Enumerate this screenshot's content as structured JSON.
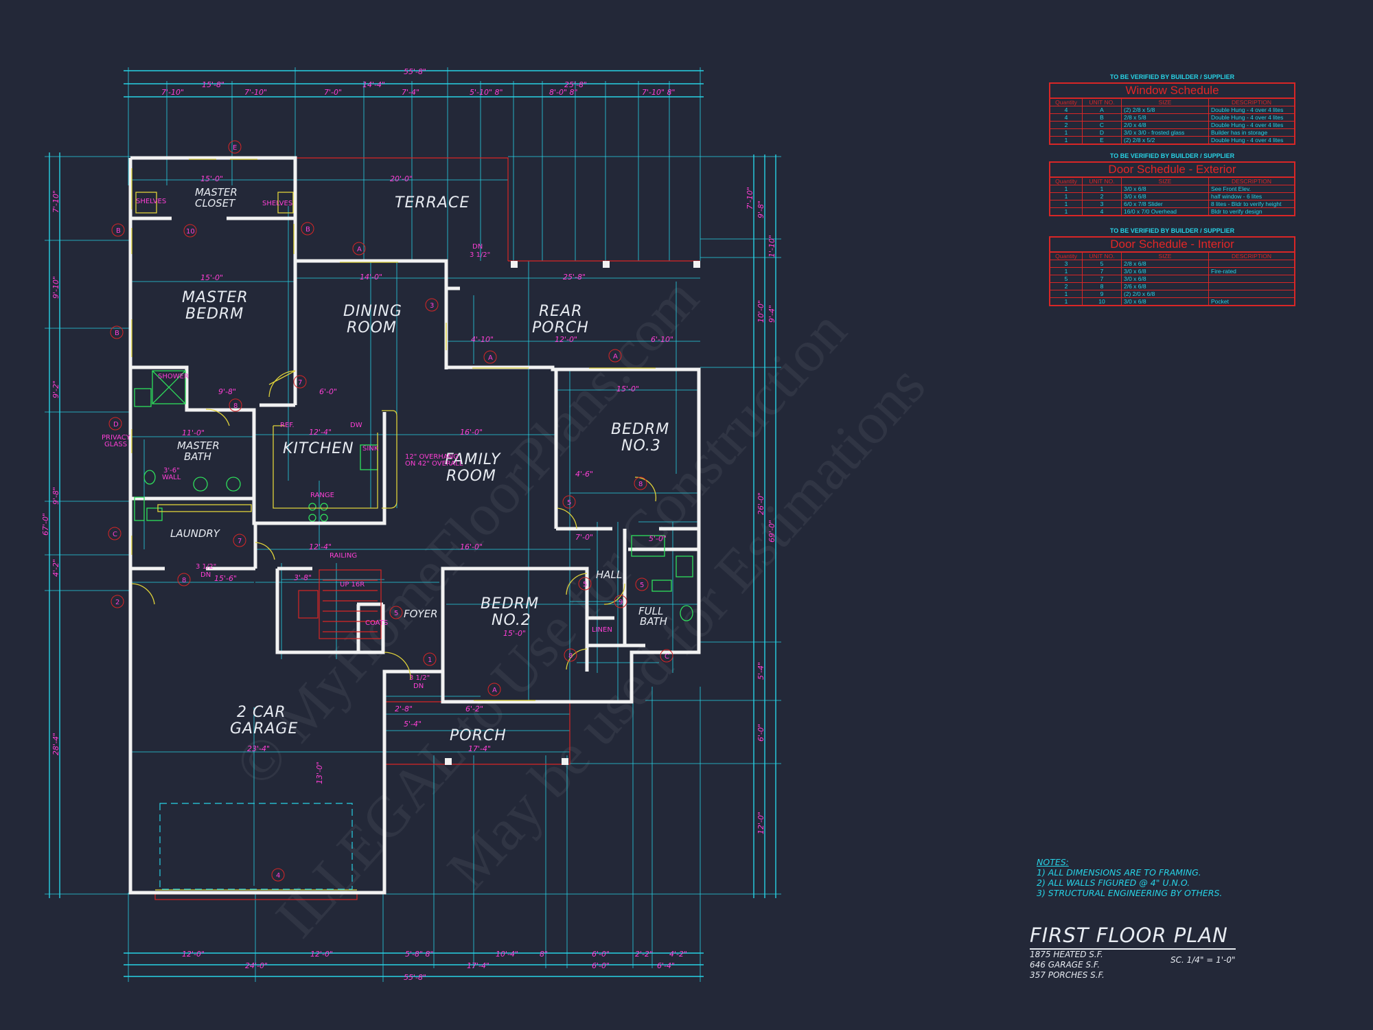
{
  "colors": {
    "background": "#232838",
    "walls": "#f2f2f2",
    "dimensions": "#27d3e6",
    "dim_text": "#ff3fd6",
    "schedule": "#d92626"
  },
  "rooms": {
    "master_closet": "MASTER\nCLOSET",
    "terrace": "TERRACE",
    "master_bedrm": "MASTER\nBEDRM",
    "dining_room": "DINING\nROOM",
    "rear_porch": "REAR\nPORCH",
    "kitchen": "KITCHEN",
    "family_room": "FAMILY\nROOM",
    "bedrm3": "BEDRM\nNO.3",
    "master_bath": "MASTER\nBATH",
    "laundry": "LAUNDRY",
    "hall": "HALL",
    "foyer": "FOYER",
    "bedrm2": "BEDRM\nNO.2",
    "full_bath": "FULL\nBATH",
    "garage": "2 CAR\nGARAGE",
    "porch": "PORCH"
  },
  "dimensions": {
    "top_overall": "55'-8\"",
    "top_row1": [
      "15'-8\"",
      "14'-4\"",
      "25'-8\""
    ],
    "top_row2": [
      "7'-10\"",
      "7'-10\"",
      "7'-0\"",
      "7'-4\"",
      "5'-10\" 8\"",
      "8'-0\" 8\"",
      "7'-10\" 8\""
    ],
    "bottom_row1": [
      "12'-0\"",
      "12'-0\"",
      "5'-8\" 8\"",
      "10'-4\"",
      "8\"",
      "6'-0\"",
      "2'-2\"",
      "4'-2\""
    ],
    "bottom_row2": [
      "24'-0\"",
      "17'-4\"",
      "6'-0\"",
      "6'-4\""
    ],
    "bottom_overall": "55'-8\"",
    "left": [
      "7'-10\"",
      "9'-10\"",
      "9'-2\"",
      "9'-8\"",
      "4'-2\"",
      "28'-4\""
    ],
    "left_overall": "67'-0\"",
    "right": [
      "7'-10\"",
      "9'-8\"",
      "1'-10\"",
      "10'-0\"",
      "9'-4\"",
      "5'-4\"",
      "6'-0\"",
      "12'-0\""
    ],
    "right_overall": "69'-0\"",
    "right_mid": "26'-0\"",
    "interior": [
      "15'-0\"",
      "20'-0\"",
      "15'-0\"",
      "14'-0\"",
      "25'-8\"",
      "12'-0\"",
      "4'-10\"",
      "6'-10\"",
      "15'-0\"",
      "12'-4\"",
      "16'-0\"",
      "11'-0\"",
      "12'-4\"",
      "16'-0\"",
      "15'-0\"",
      "17'-4\"",
      "23'-4\"",
      "13'-0\"",
      "5'-4\"",
      "3'-8\"",
      "6'-2\"",
      "7'-0\"",
      "9'-8\"",
      "6'-0\"",
      "4'-6\"",
      "5'-0\"",
      "2'-8\"",
      "15'-6\""
    ]
  },
  "annotations": {
    "shelves_l": "SHELVES",
    "shelves_r": "SHELVES",
    "shower": "SHOWER",
    "ref": "REF.",
    "dw": "DW",
    "sink": "SINK",
    "range": "RANGE",
    "overhang": "12\" OVERHANG\nON 42\" OVERALL",
    "dn_terrace": "DN\n3 1/2\"",
    "dn_garage": "3 1/2\"\nDN",
    "dn_foyer": "3 1/2\"\nDN",
    "up": "UP 16R",
    "railing": "RAILING",
    "coats": "COATS",
    "linen": "LINEN",
    "privacy": "PRIVACY\nGLASS",
    "wall_seat": "3'-6\"\nWALL"
  },
  "window_schedule": {
    "verify": "TO BE VERIFIED BY BUILDER / SUPPLIER",
    "title": "Window Schedule",
    "headers": [
      "Quantity",
      "UNIT NO.",
      "SIZE",
      "DESCRIPTION"
    ],
    "rows": [
      [
        "4",
        "A",
        "(2) 2/8 x 5/8",
        "Double Hung - 4 over 4 lites"
      ],
      [
        "4",
        "B",
        "2/8 x 5/8",
        "Double Hung - 4 over 4 lites"
      ],
      [
        "2",
        "C",
        "2/0 x 4/8",
        "Double Hung - 4 over 4 lites"
      ],
      [
        "1",
        "D",
        "3/0 x 3/0 - frosted glass",
        "Builder has in storage"
      ],
      [
        "1",
        "E",
        "(2) 2/8 x 5/2",
        "Double Hung - 4 over 4 lites"
      ]
    ]
  },
  "door_exterior": {
    "verify": "TO BE VERIFIED BY BUILDER / SUPPLIER",
    "title": "Door Schedule - Exterior",
    "headers": [
      "Quantity",
      "UNIT NO.",
      "SIZE",
      "DESCRIPTION"
    ],
    "rows": [
      [
        "1",
        "1",
        "3/0 x 6/8",
        "See Front Elev."
      ],
      [
        "1",
        "2",
        "3/0 x 6/8",
        "half window - 6 lites"
      ],
      [
        "1",
        "3",
        "6/0 x 7/8 Slider",
        "8 lites - Bldr to verify height"
      ],
      [
        "1",
        "4",
        "16/0 x 7/0 Overhead",
        "Bldr to verify design"
      ]
    ]
  },
  "door_interior": {
    "verify": "TO BE VERIFIED BY BUILDER / SUPPLIER",
    "title": "Door Schedule - Interior",
    "headers": [
      "Quantity",
      "UNIT NO.",
      "SIZE",
      "DESCRIPTION"
    ],
    "rows": [
      [
        "3",
        "5",
        "2/8 x 6/8",
        ""
      ],
      [
        "1",
        "7",
        "3/0 x 6/8",
        "Fire-rated"
      ],
      [
        "5",
        "7",
        "3/0 x 6/8",
        ""
      ],
      [
        "2",
        "8",
        "2/6 x 6/8",
        ""
      ],
      [
        "1",
        "9",
        "(2) 2/0 x 6/8",
        ""
      ],
      [
        "1",
        "10",
        "3/0 x 6/8",
        "Pocket"
      ]
    ]
  },
  "notes": {
    "heading": "NOTES:",
    "items": [
      "1) ALL DIMENSIONS ARE TO FRAMING.",
      "2) ALL WALLS FIGURED @ 4\" U.N.O.",
      "3) STRUCTURAL ENGINEERING BY OTHERS."
    ]
  },
  "title_block": {
    "title": "FIRST FLOOR PLAN",
    "heated": "1875 HEATED S.F.",
    "garage": "646 GARAGE S.F.",
    "porches": "357 PORCHES S.F.",
    "scale": "SC. 1/4\" = 1'-0\""
  },
  "watermark": {
    "line1": "© MyHomeFloorPlans.com",
    "line2": "ILLEGAL to Use for Construction",
    "line3": "May be used for Estimations"
  }
}
